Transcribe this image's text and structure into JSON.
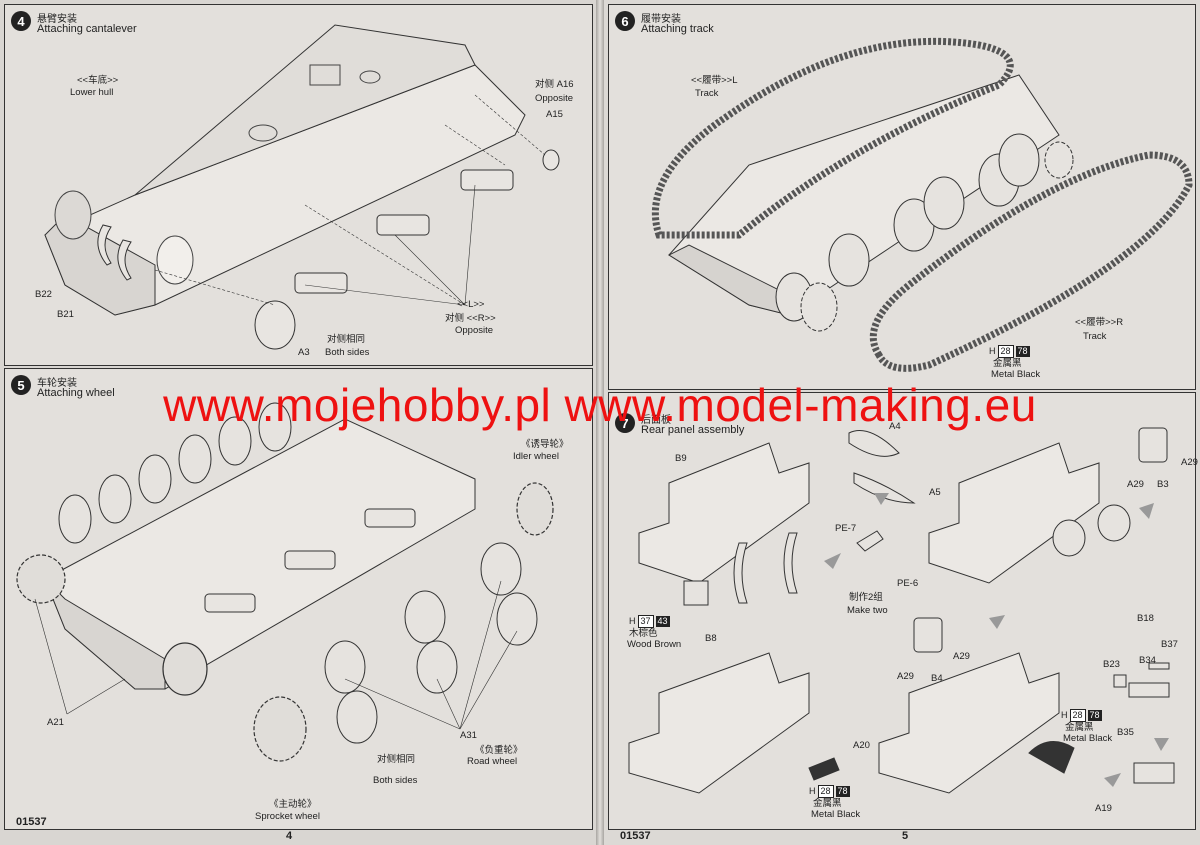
{
  "left_page": {
    "step4": {
      "number": "4",
      "title_cn": "悬臂安装",
      "title_en": "Attaching cantalever",
      "labels": {
        "lower_hull_cn": "<<车底>>",
        "lower_hull_en": "Lower hull",
        "a16_cn": "对侧",
        "a16": "A16",
        "a16_en": "Opposite",
        "a15": "A15",
        "b22": "B22",
        "b21": "B21",
        "a3": "A3",
        "both_sides_cn": "对侧相同",
        "both_sides_en": "Both sides",
        "l_mark": "<<L>>",
        "r_mark": "对侧 <<R>>",
        "opposite": "Opposite"
      }
    },
    "step5": {
      "number": "5",
      "title_cn": "车轮安装",
      "title_en": "Attaching wheel",
      "labels": {
        "idler_cn": "《诱导轮》",
        "idler_en": "Idler wheel",
        "a21": "A21",
        "a31": "A31",
        "road_cn": "《负重轮》",
        "road_en": "Road wheel",
        "both_sides_cn": "对侧相同",
        "both_sides_en": "Both sides",
        "sprocket_cn": "《主动轮》",
        "sprocket_en": "Sprocket wheel"
      }
    },
    "footer_code": "01537",
    "page_number": "4"
  },
  "right_page": {
    "step6": {
      "number": "6",
      "title_cn": "履带安装",
      "title_en": "Attaching track",
      "labels": {
        "track_l_cn": "<<履带>>L",
        "track_l_en": "Track",
        "track_r_cn": "<<履带>>R",
        "track_r_en": "Track",
        "paint_h": "H",
        "paint_c1": "28",
        "paint_c2": "78",
        "paint_cn": "金属黑",
        "paint_en": "Metal Black"
      }
    },
    "step7": {
      "number": "7",
      "title_cn": "后面板",
      "title_en": "Rear panel assembly",
      "labels": {
        "b9": "B9",
        "a4": "A4",
        "a5": "A5",
        "pe7": "PE-7",
        "pe6": "PE-6",
        "make_two_cn": "制作2组",
        "make_two_en": "Make two",
        "b8": "B8",
        "wood_h": "H",
        "wood_c1": "37",
        "wood_c2": "43",
        "wood_cn": "木棕色",
        "wood_en": "Wood Brown",
        "a29a": "A29",
        "a29b": "A29",
        "b3": "B3",
        "b18": "B18",
        "a29c": "A29",
        "a29d": "A29",
        "b4": "B4",
        "b37": "B37",
        "b23": "B23",
        "b34": "B34",
        "b35": "B35",
        "a20": "A20",
        "mb1_h": "H",
        "mb1_c1": "28",
        "mb1_c2": "78",
        "mb1_cn": "金属黑",
        "mb1_en": "Metal Black",
        "mb2_h": "H",
        "mb2_c1": "28",
        "mb2_c2": "78",
        "mb2_cn": "金属黑",
        "mb2_en": "Metal Black",
        "a19": "A19"
      }
    },
    "footer_code": "01537",
    "page_number": "5"
  },
  "watermark": "www.mojehobby.pl www.model-making.eu",
  "colors": {
    "watermark": "#ee1111",
    "paper": "#dcd9d5",
    "ink": "#222222"
  }
}
